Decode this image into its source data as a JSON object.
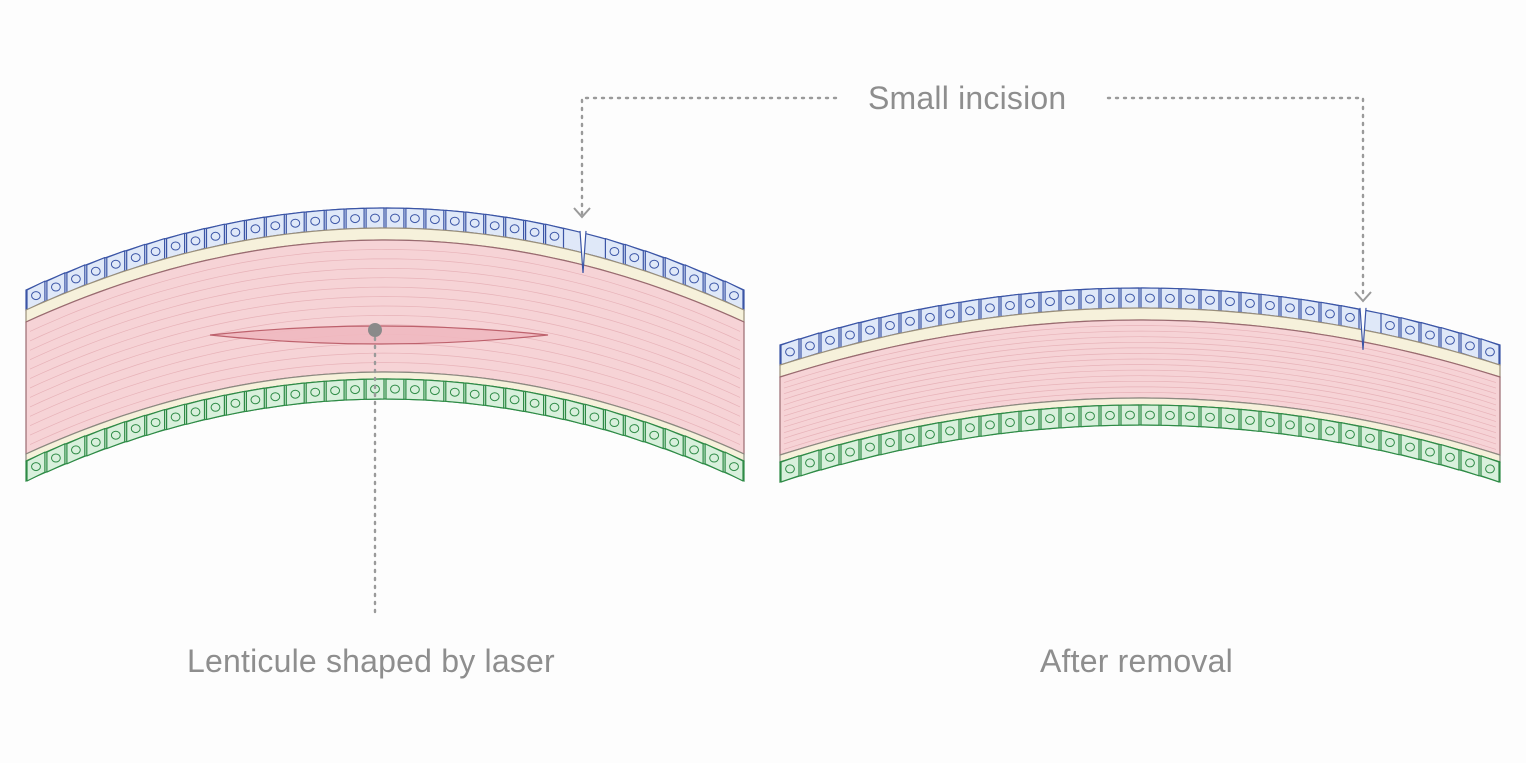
{
  "labels": {
    "small_incision": "Small incision",
    "lenticule": "Lenticule shaped by laser",
    "after_removal": "After removal"
  },
  "panels": [
    {
      "name": "before",
      "has_lenticule": true
    },
    {
      "name": "after",
      "has_lenticule": false
    }
  ],
  "colors": {
    "epithelium_fill": "#dfe8f8",
    "epithelium_stroke": "#3b55a6",
    "endothelium_fill": "#d8f0dc",
    "endothelium_stroke": "#2e8b46",
    "stroma_fill": "#f6d3d6",
    "stroma_fiber": "#e7b2b8",
    "bowman_fill": "#f6f1db",
    "lenticule_fill": "#f0b9c0",
    "lenticule_stroke": "#b85662",
    "guide": "#9a9a9a"
  }
}
